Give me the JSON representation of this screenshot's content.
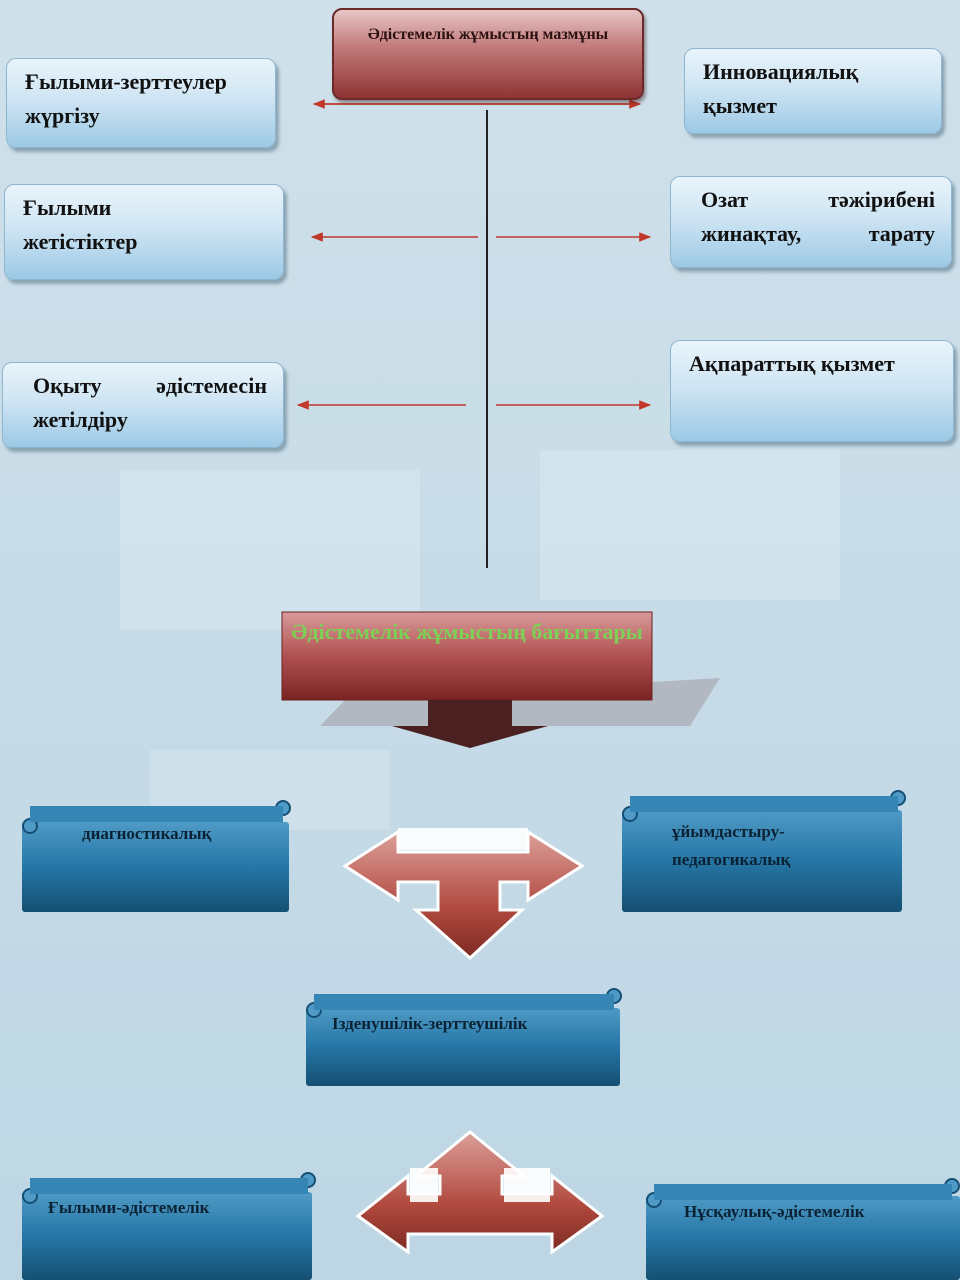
{
  "title": "Әдістемелік жұмыстың мазмұны",
  "left_boxes": [
    "Ғылыми-зерттеулер жүргізу",
    "Ғылыми жетістіктер",
    "Оқыту әдістемесін жетілдіру"
  ],
  "right_boxes": [
    "Инновациялық қызмет",
    "Озат тәжірибені жинақтау, тарату",
    "Ақпараттық қызмет"
  ],
  "directions_title": "Әдістемелік жұмыстың бағыттары",
  "directions": {
    "diagnostic": "диагностикалық",
    "organizational": "ұйымдастыру-педагогикалық",
    "research": "Ізденушілік-зерттеушілік",
    "scientific": "Ғылыми-әдістемелік",
    "instructional": "Нұсқаулық-әдістемелік"
  },
  "colors": {
    "red_box": "#8e3333",
    "blue_box": "#1f6a96",
    "arrow_line": "#c0392b"
  }
}
